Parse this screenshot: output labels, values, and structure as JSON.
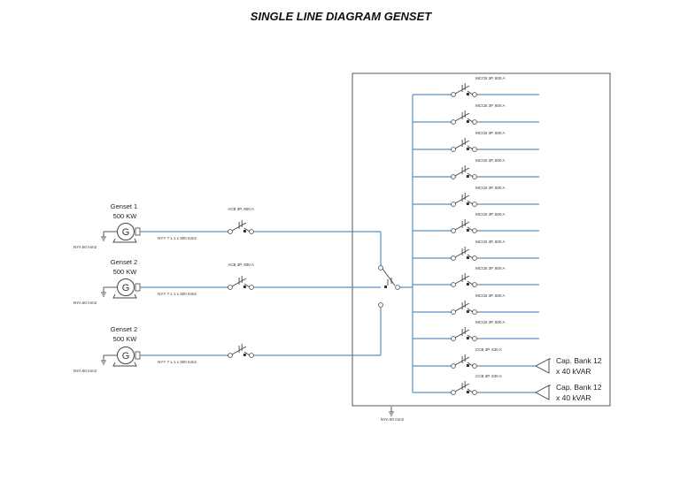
{
  "title": "SINGLE LINE DIAGRAM GENSET",
  "generator_symbol": "G",
  "generators": [
    {
      "name": "Genset 1",
      "rating": "500 KW",
      "ground": "NYA 50 mm2",
      "cable": "NYY 7 x 1 x 300 mm2",
      "breaker": "ACB 3P, 800 A"
    },
    {
      "name": "Genset 2",
      "rating": "500 KW",
      "ground": "NYA 50 mm2",
      "cable": "NYY 7 x 1 x 300 mm2",
      "breaker": "ACB 3P, 800 A"
    },
    {
      "name": "Genset 2",
      "rating": "500 KW",
      "ground": "NYA 50 mm2",
      "cable": "NYY 7 x 1 x 300 mm2",
      "breaker": ""
    }
  ],
  "feeders": [
    {
      "label": "MCCB 3P, 800 A"
    },
    {
      "label": "MCCB 3P, 800 A"
    },
    {
      "label": "MCCB 3P, 800 A"
    },
    {
      "label": "MCCB 3P, 800 A"
    },
    {
      "label": "MCCB 3P, 800 A"
    },
    {
      "label": "MCCB 3P, 800 A"
    },
    {
      "label": "MCCB 3P, 800 A"
    },
    {
      "label": "MCCB 3P, 800 A"
    },
    {
      "label": "MCCB 3P, 800 A"
    },
    {
      "label": "MCCB 3P, 800 A"
    },
    {
      "label": "CCB 3P, 630 A",
      "cap_line1": "Cap. Bank 12",
      "cap_line2": "x 40  kVAR"
    },
    {
      "label": "CCB 3P, 630 A",
      "cap_line1": "Cap. Bank 12",
      "cap_line2": "x 40  kVAR"
    }
  ],
  "panel_ground": "NYA 50 mm2",
  "colors": {
    "bus": "#5b8fbf",
    "line": "#444444"
  }
}
